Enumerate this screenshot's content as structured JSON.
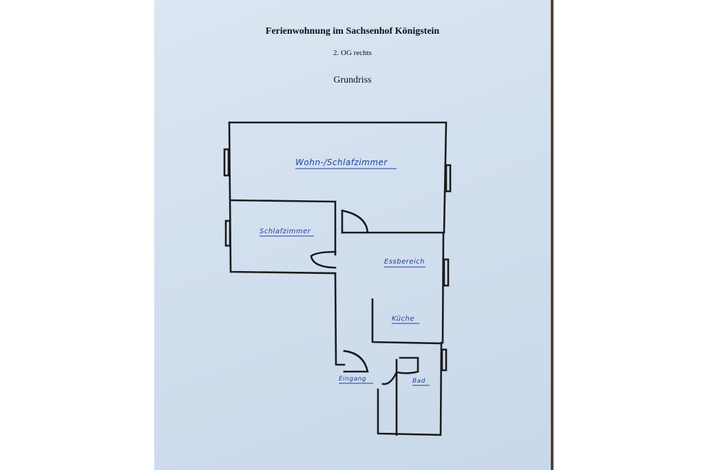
{
  "document": {
    "title": "Ferienwohnung im Sachsenhof Königstein",
    "subtitle": "2. OG rechts",
    "heading": "Grundriss"
  },
  "rooms": {
    "wohn": "Wohn-/Schlafzimmer",
    "schlaf": "Schlafzimmer",
    "ess": "Essbereich",
    "kueche": "Küche",
    "eingang": "Eingang",
    "bad": "Bad"
  },
  "colors": {
    "paper": "#d2dfee",
    "ink": "#1a1a1a",
    "handwriting": "#1f3f9a"
  }
}
